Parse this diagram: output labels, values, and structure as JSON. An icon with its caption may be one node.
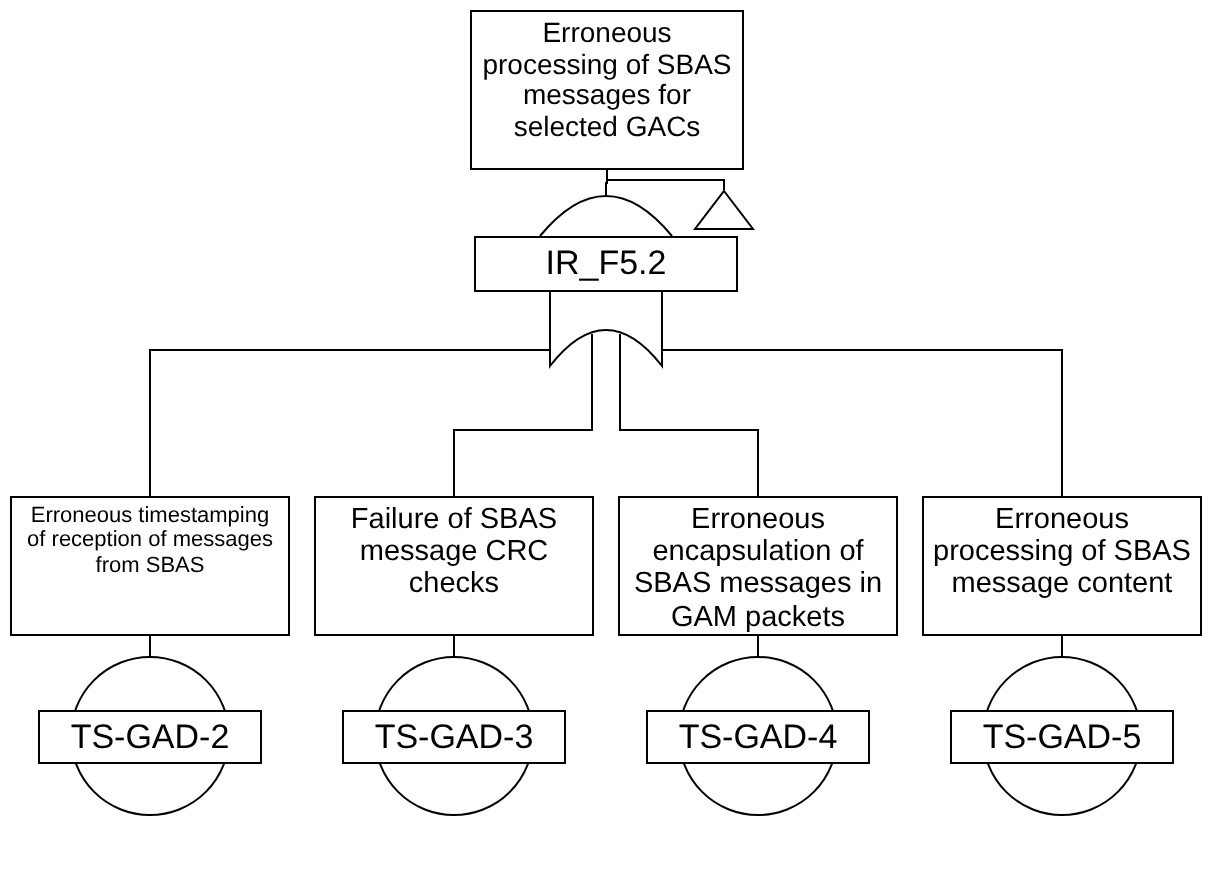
{
  "diagram": {
    "nodes": [
      {
        "text": [
          "Erroneous processing of SBAS messages for selected GACs"
        ]
      },
      {
        "text": [
          "IR_F5.2"
        ]
      },
      {
        "text": [],
        "shape": "triangle"
      },
      {
        "text": [
          "Erroneous timestamping of reception of messages from SBAS"
        ]
      },
      {
        "text": [
          "TS-GAD-2"
        ]
      },
      {
        "text": [
          "Failure of SBAS message CRC checks"
        ]
      },
      {
        "text": [
          "TS-GAD-3"
        ]
      },
      {
        "text": [
          "Erroneous encapsulation of SBAS messages in GAM packets"
        ]
      },
      {
        "text": [
          "TS-GAD-4"
        ]
      },
      {
        "text": [
          "Erroneous processing of SBAS message content"
        ]
      },
      {
        "text": [
          "TS-GAD-5"
        ]
      }
    ],
    "edges": [
      {
        "from": 0,
        "to": 1,
        "arrow": "none"
      },
      {
        "from": 0,
        "to": 2,
        "arrow": "none"
      },
      {
        "from": 1,
        "to": 3,
        "arrow": "none"
      },
      {
        "from": 1,
        "to": 5,
        "arrow": "none"
      },
      {
        "from": 1,
        "to": 7,
        "arrow": "none"
      },
      {
        "from": 1,
        "to": 9,
        "arrow": "none"
      },
      {
        "from": 3,
        "to": 4,
        "arrow": "none"
      },
      {
        "from": 5,
        "to": 6,
        "arrow": "none"
      },
      {
        "from": 7,
        "to": 8,
        "arrow": "none"
      },
      {
        "from": 9,
        "to": 10,
        "arrow": "none"
      }
    ]
  }
}
